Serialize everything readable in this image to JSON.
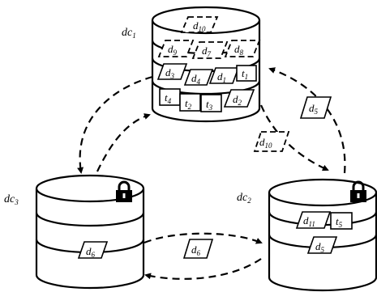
{
  "datacenters": {
    "dc1": {
      "name": "dc",
      "sub": "1"
    },
    "dc2": {
      "name": "dc",
      "sub": "2"
    },
    "dc3": {
      "name": "dc",
      "sub": "3"
    }
  },
  "items": {
    "d10_top": {
      "name": "d",
      "sub": "10"
    },
    "d9": {
      "name": "d",
      "sub": "9"
    },
    "d7": {
      "name": "d",
      "sub": "7"
    },
    "d8": {
      "name": "d",
      "sub": "8"
    },
    "d3": {
      "name": "d",
      "sub": "3"
    },
    "d4": {
      "name": "d",
      "sub": "4"
    },
    "d1": {
      "name": "d",
      "sub": "1"
    },
    "t1": {
      "name": "t",
      "sub": "1"
    },
    "t4": {
      "name": "t",
      "sub": "4"
    },
    "t2": {
      "name": "t",
      "sub": "2"
    },
    "t3": {
      "name": "t",
      "sub": "3"
    },
    "d2": {
      "name": "d",
      "sub": "2"
    },
    "d5_right_arrow": {
      "name": "d",
      "sub": "5"
    },
    "d10_mid": {
      "name": "d",
      "sub": "10"
    },
    "d11": {
      "name": "d",
      "sub": "11"
    },
    "t5": {
      "name": "t",
      "sub": "5"
    },
    "d5_dc2": {
      "name": "d",
      "sub": "5"
    },
    "d6_dc3": {
      "name": "d",
      "sub": "6"
    },
    "d6_bottom": {
      "name": "d",
      "sub": "6"
    }
  },
  "icons": [
    "lock-icon-dc3",
    "lock-icon-dc2"
  ]
}
